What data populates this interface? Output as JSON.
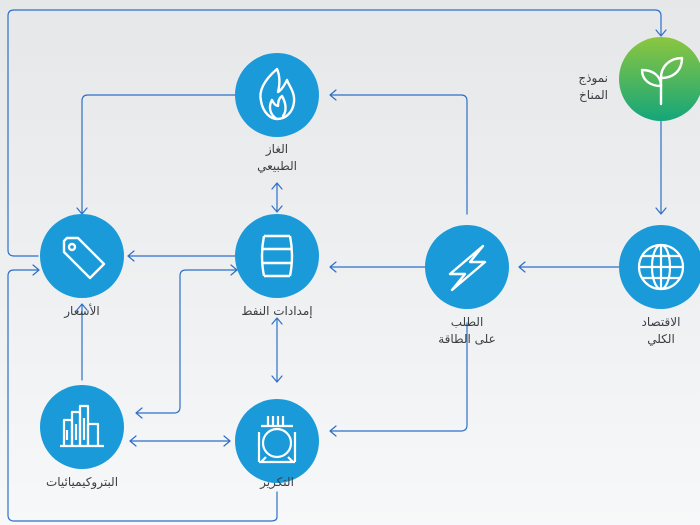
{
  "colors": {
    "node_blue": "#1a9ad8",
    "arrow_blue": "#2e6fc9",
    "climate_green_top": "#8cc63f",
    "climate_green_bottom": "#14a67a"
  },
  "nodes": [
    {
      "id": "natural-gas",
      "icon": "flame-icon",
      "label_lines": [
        "الغاز",
        "الطبيعي"
      ]
    },
    {
      "id": "climate-model",
      "icon": "plant-sprout-icon",
      "label_lines": [
        "نموذج",
        "المناخ"
      ]
    },
    {
      "id": "prices",
      "icon": "price-tag-icon",
      "label_lines": [
        "الأسعار"
      ]
    },
    {
      "id": "oil-supplies",
      "icon": "oil-barrel-icon",
      "label_lines": [
        "إمدادات النفط"
      ]
    },
    {
      "id": "energy-demand",
      "icon": "lightning-bolt-icon",
      "label_lines": [
        "الطلب",
        "على الطاقة"
      ]
    },
    {
      "id": "macroeconomy",
      "icon": "globe-icon",
      "label_lines": [
        "الاقتصاد",
        "الكلي"
      ]
    },
    {
      "id": "petrochemicals",
      "icon": "factory-icon",
      "label_lines": [
        "البتروكيميائيات"
      ]
    },
    {
      "id": "refining",
      "icon": "refinery-tank-icon",
      "label_lines": [
        "التكرير"
      ]
    }
  ]
}
